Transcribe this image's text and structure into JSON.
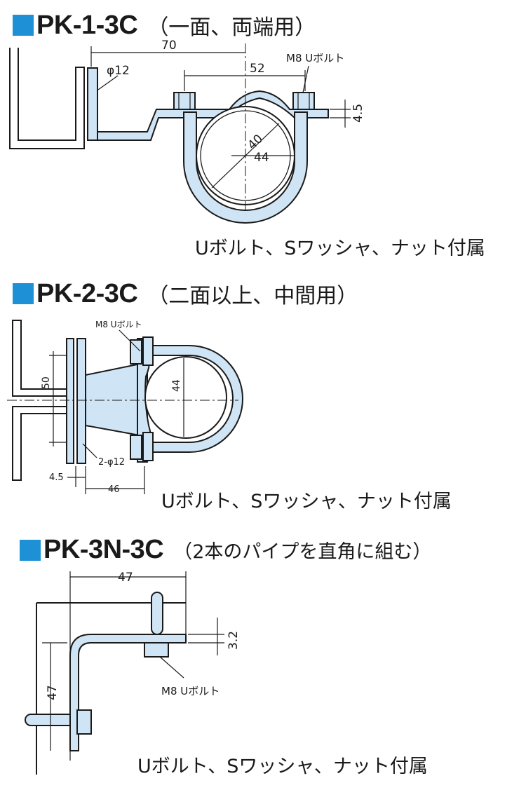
{
  "sections": [
    {
      "code": "PK-1-3C",
      "description": "（一面、両端用）",
      "caption": "Uボルト、Sワッシャ、ナット付属",
      "labels": {
        "dim_70": "70",
        "phi12": "φ12",
        "bolt": "M8 Uボルト",
        "dim_52": "52",
        "dim_4_5": "4.5",
        "dim_40": "40",
        "dim_44": "44"
      }
    },
    {
      "code": "PK-2-3C",
      "description": "（二面以上、中間用）",
      "caption": "Uボルト、Sワッシャ、ナット付属",
      "labels": {
        "bolt": "M8 Uボルト",
        "dim_50": "50",
        "dim_44": "44",
        "phi12": "2-φ12",
        "dim_4_5": "4.5",
        "dim_46": "46"
      }
    },
    {
      "code": "PK-3N-3C",
      "description": "（2本のパイプを直角に組む）",
      "caption": "Uボルト、Sワッシャ、ナット付属",
      "labels": {
        "dim_47_top": "47",
        "dim_3_2": "3.2",
        "dim_47_left": "47",
        "bolt": "M8 Uボルト"
      }
    }
  ],
  "colors": {
    "accent": "#1e90d6",
    "part_fill": "#cfe4f5"
  }
}
